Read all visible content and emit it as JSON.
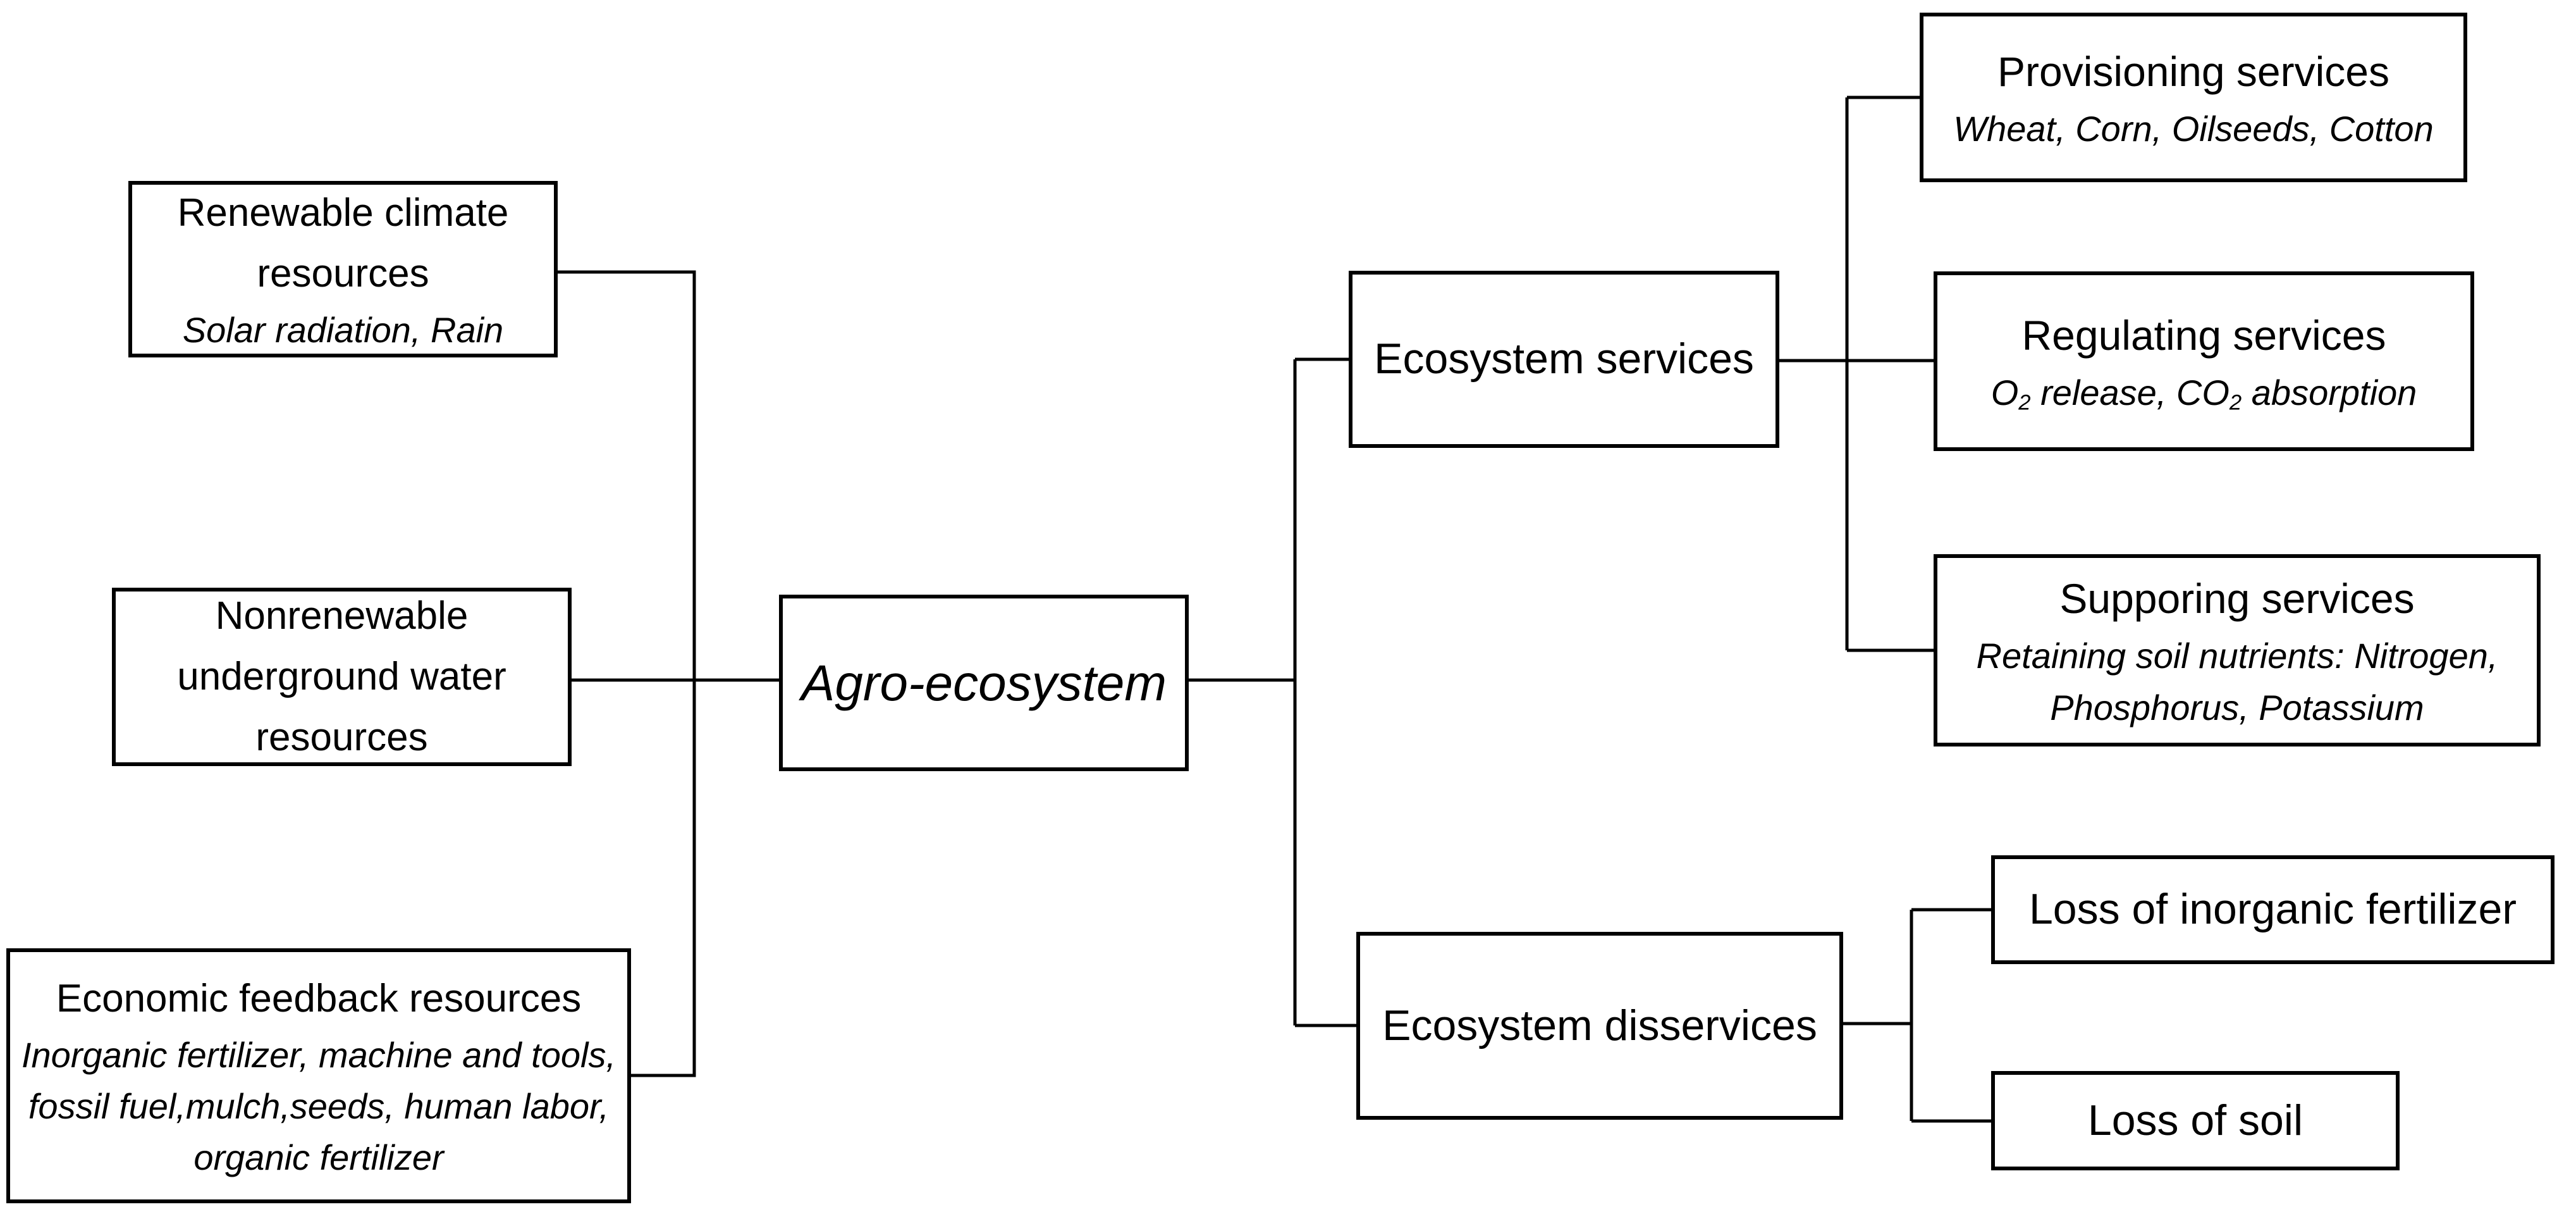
{
  "background_color": "#ffffff",
  "line_color": "#000000",
  "boxes": {
    "renewable": {
      "line1": "Renewable climate",
      "line2": "resources",
      "sub1": "Solar radiation, Rain"
    },
    "nonrenewable": {
      "line1": "Nonrenewable",
      "line2": "underground water",
      "line3": "resources"
    },
    "economic": {
      "line1": "Economic feedback resources",
      "sub1": "Inorganic fertilizer, machine and tools,",
      "sub2": "fossil fuel,mulch,seeds, human labor,",
      "sub3": "organic fertilizer"
    },
    "agro": {
      "label": "Agro-ecosystem"
    },
    "services": {
      "label": "Ecosystem services"
    },
    "disservices": {
      "label": "Ecosystem disservices"
    },
    "provisioning": {
      "title": "Provisioning services",
      "sub1": "Wheat, Corn, Oilseeds, Cotton"
    },
    "regulating": {
      "title": "Regulating services",
      "sub_start": "O",
      "sub_digit1": "2",
      "sub_mid": " release, CO",
      "sub_digit2": "2",
      "sub_end": " absorption"
    },
    "supporting": {
      "title": "Supporing services",
      "sub1": "Retaining soil nutrients: Nitrogen,",
      "sub2": "Phosphorus, Potassium"
    },
    "loss_fertilizer": {
      "label": "Loss of inorganic fertilizer"
    },
    "loss_soil": {
      "label": "Loss of soil"
    }
  }
}
